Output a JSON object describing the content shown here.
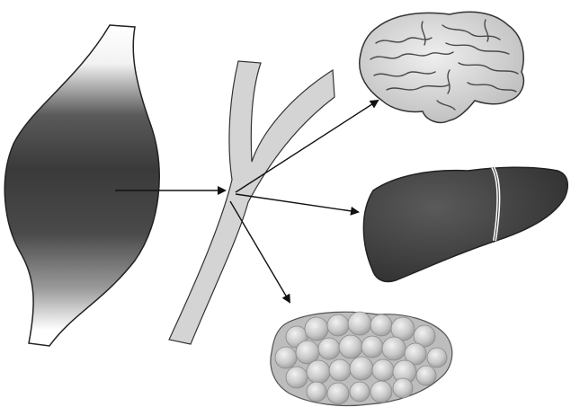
{
  "diagram": {
    "source": "muscle",
    "path": "blood-vessel",
    "targets": [
      "brain",
      "liver",
      "adipose-tissue"
    ]
  },
  "colors": {
    "background": "#ffffff",
    "vessel_fill": "#d4d4d4",
    "outline": "#333333",
    "arrow": "#111111",
    "muscle_dark": "#3c3c3c",
    "liver": "#3a3a3a",
    "brain": "#d8d8d8",
    "fat": "#c9c9c9"
  },
  "icons": [
    "muscle-icon",
    "blood-vessel-icon",
    "brain-icon",
    "liver-icon",
    "adipose-tissue-icon"
  ]
}
